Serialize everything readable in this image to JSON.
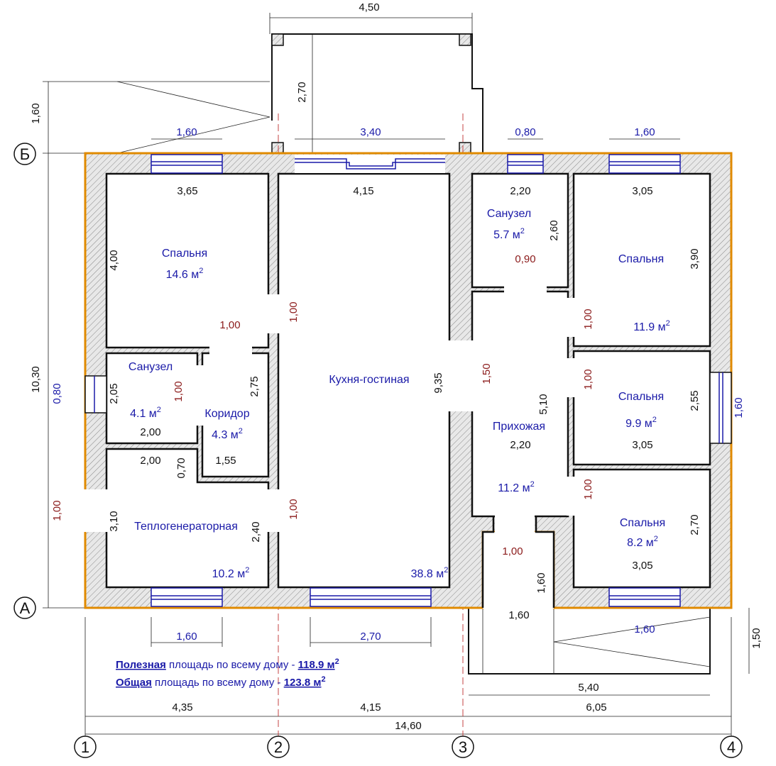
{
  "dims": {
    "black": [
      "4,50",
      "2,70",
      "1,60",
      "3,65",
      "4,15",
      "2,20",
      "3,05",
      "4,00",
      "2,60",
      "3,90",
      "10,30",
      "2,05",
      "2,75",
      "9,35",
      "5,10",
      "2,55",
      "2,00",
      "2,20",
      "3,05",
      "2,00",
      "0,70",
      "1,55",
      "3,10",
      "2,40",
      "2,70",
      "3,05",
      "1,60",
      "1,60",
      "1,50",
      "5,40",
      "4,35",
      "4,15",
      "6,05",
      "14,60"
    ],
    "blue": [
      "1,60",
      "3,40",
      "0,80",
      "1,60",
      "0,80",
      "1,60",
      "1,60",
      "2,70",
      "1,60"
    ],
    "red": [
      "1,00",
      "1,00",
      "0,90",
      "1,00",
      "1,50",
      "1,00",
      "1,00",
      "1,00",
      "1,00",
      "1,00",
      "1,00"
    ]
  },
  "rooms": [
    {
      "name": "Спальня",
      "area": "14.6 м",
      "sup": "2"
    },
    {
      "name": "Санузел",
      "area": "4.1 м",
      "sup": "2"
    },
    {
      "name": "Коридор",
      "area": "4.3 м",
      "sup": "2"
    },
    {
      "name": "Теплогенераторная",
      "area": "10.2 м",
      "sup": "2"
    },
    {
      "name": "Кухня-гостиная",
      "area": "38.8 м",
      "sup": "2"
    },
    {
      "name": "Санузел",
      "area": "5.7 м",
      "sup": "2"
    },
    {
      "name": "Спальня",
      "area": "11.9 м",
      "sup": "2"
    },
    {
      "name": "Прихожая",
      "area": "11.2 м",
      "sup": "2"
    },
    {
      "name": "Спальня",
      "area": "9.9 м",
      "sup": "2"
    },
    {
      "name": "Спальня",
      "area": "8.2 м",
      "sup": "2"
    }
  ],
  "notes": [
    {
      "bold": "Полезная",
      "text": " площадь по всему дому - ",
      "value": "118.9 м",
      "sup": "2"
    },
    {
      "bold": "Общая",
      "text": " площадь по всему дому - ",
      "value": "123.8 м",
      "sup": "2"
    }
  ],
  "axes": {
    "rows": [
      "Б",
      "А"
    ],
    "cols": [
      "1",
      "2",
      "3",
      "4"
    ]
  },
  "colors": {
    "outline": "#e08a00",
    "blue": "#1a1aa8",
    "red": "#8b1a1a"
  }
}
